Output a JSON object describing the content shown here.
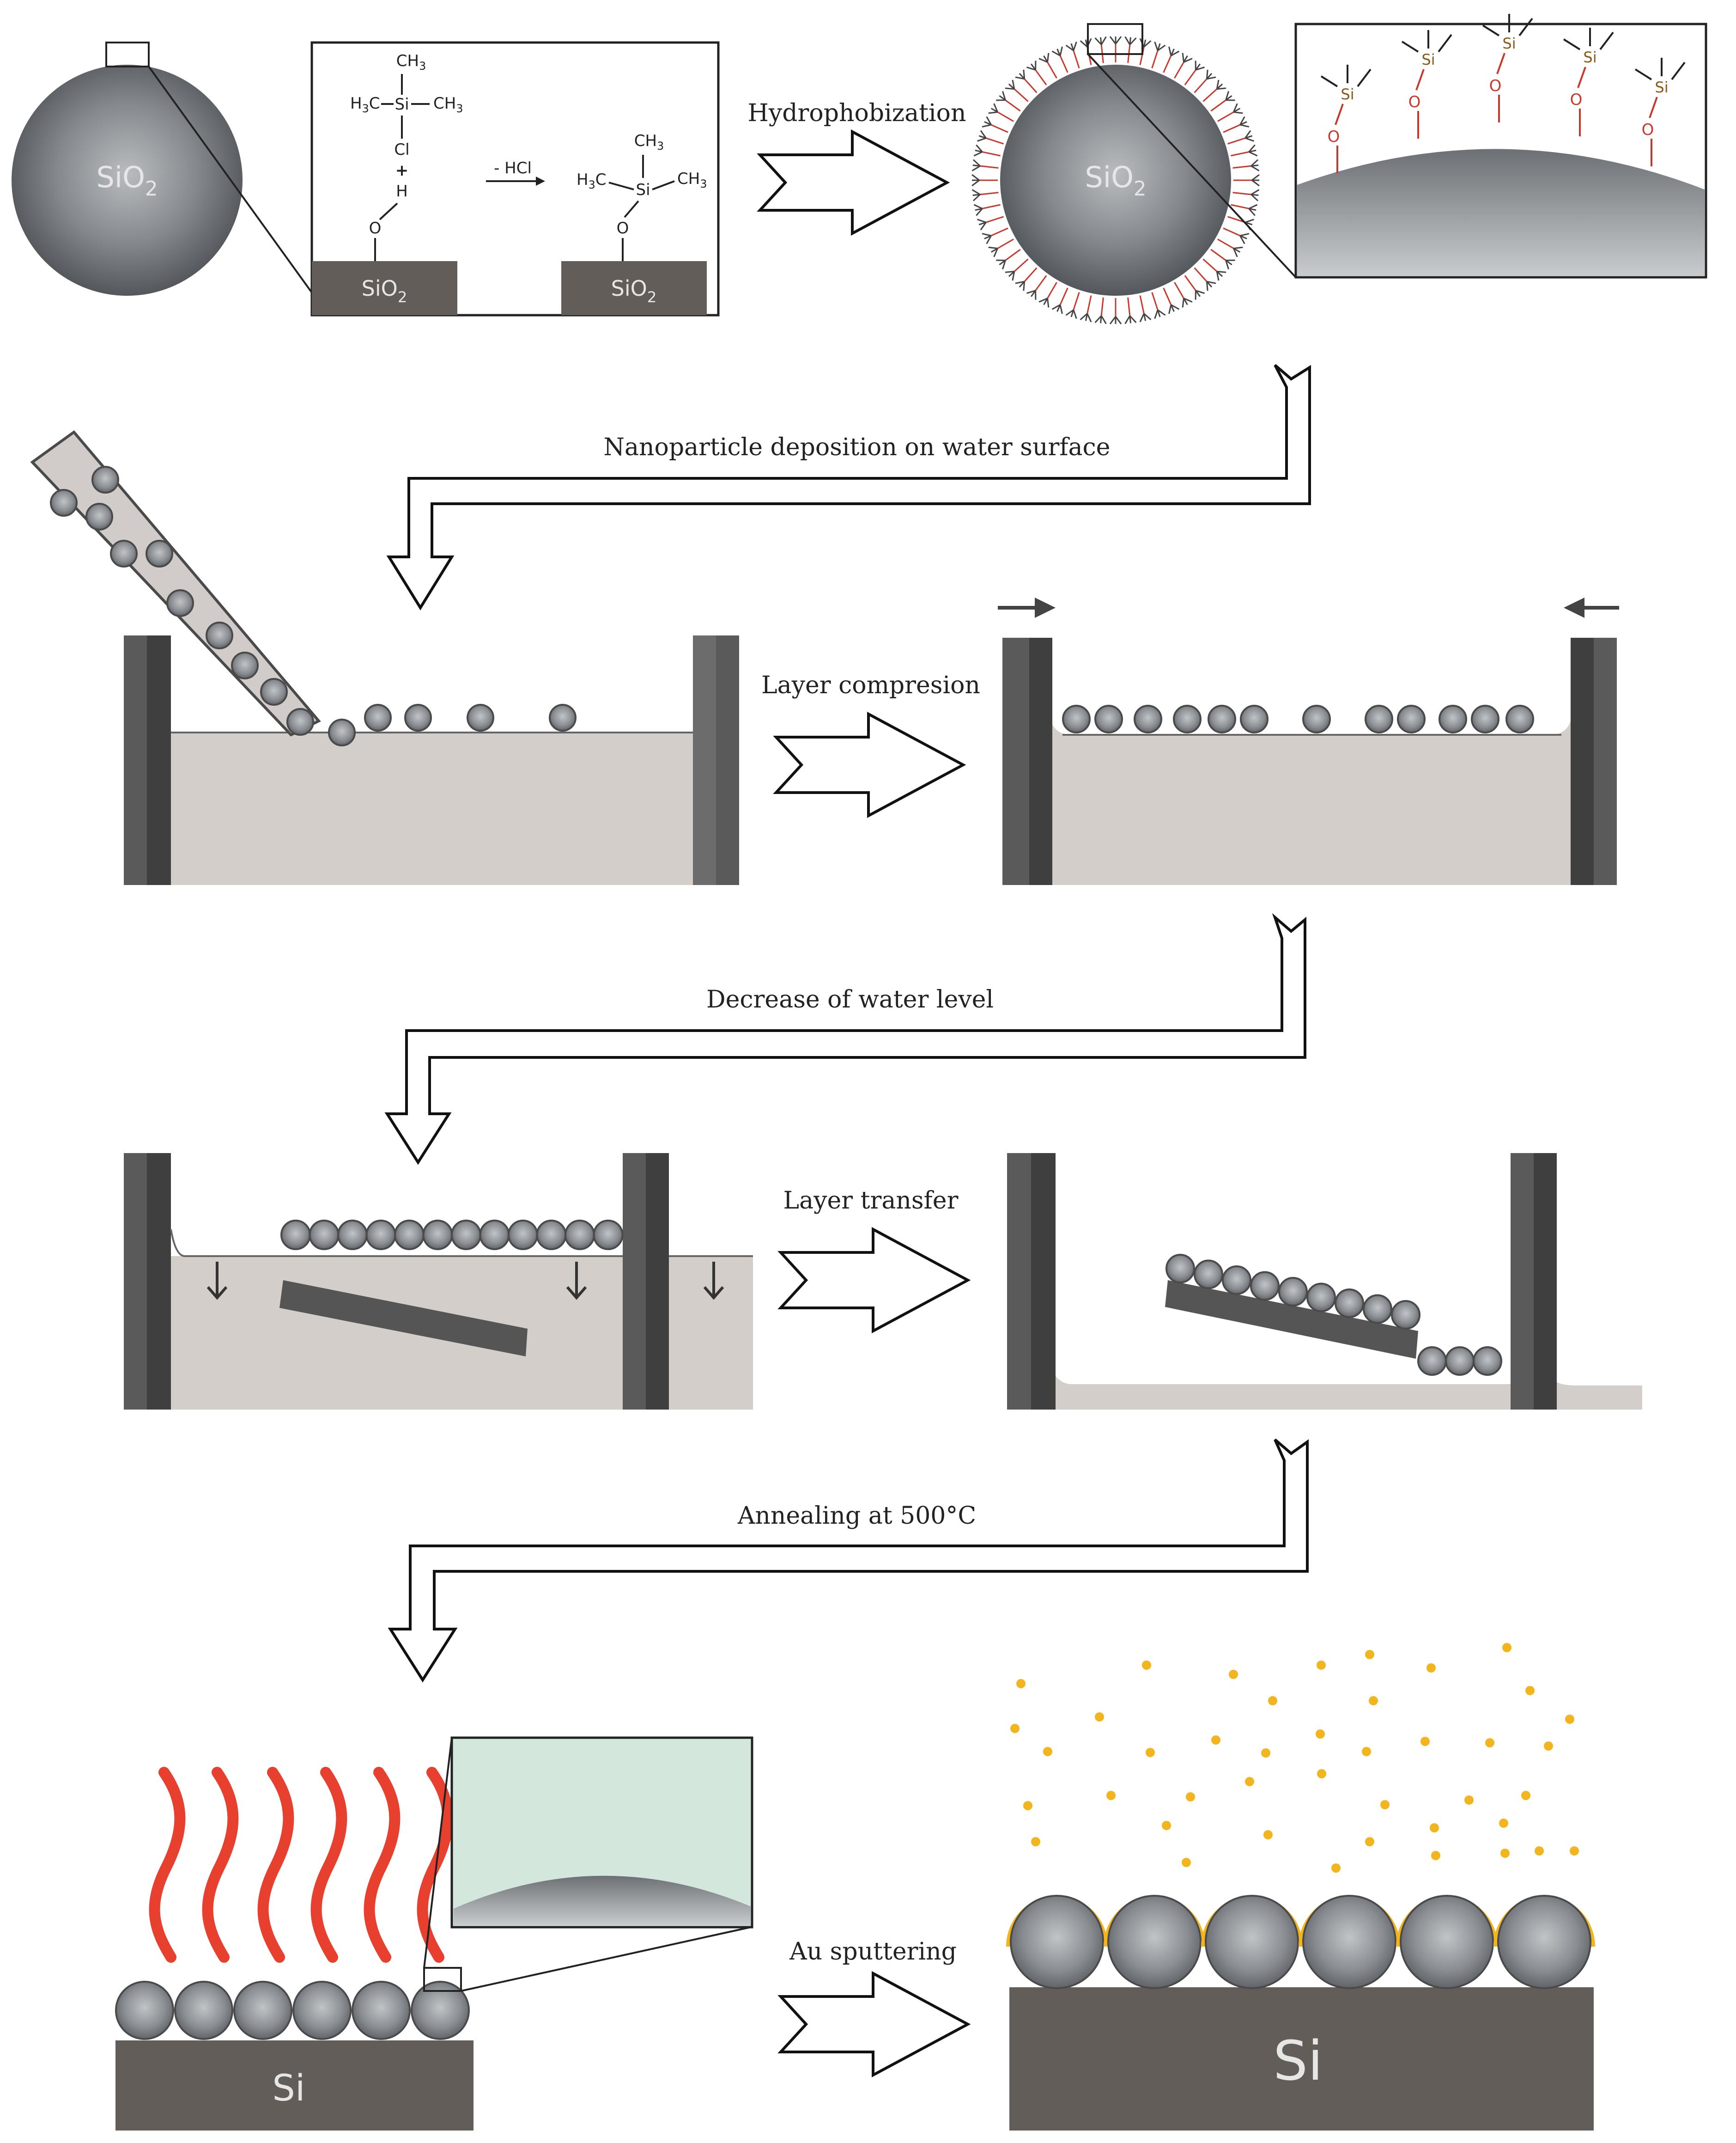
{
  "steps": {
    "hydrophobization": "Hydrophobization",
    "deposition": "Nanoparticle deposition on water surface",
    "compression": "Layer compresion",
    "water_level": "Decrease of water level",
    "transfer": "Layer transfer",
    "annealing": "Annealing at 500°C",
    "sputtering": "Au sputtering"
  },
  "chemistry": {
    "sio": "SiO",
    "sub2": "2",
    "si": "Si",
    "o": "O",
    "h": "H",
    "cl": "Cl",
    "plus": "+",
    "ch3": "CH",
    "sub3": "3",
    "h3c": "H",
    "c": "C",
    "minus_hcl": "- HCl"
  },
  "substrate": {
    "si_small": "Si",
    "si_large": "Si"
  },
  "colors": {
    "trough_wall": "#5a5a5a",
    "water": "#d3ceca",
    "substrate": "#625d59",
    "gold": "#f3b51e",
    "heat": "#e8402f",
    "silane_bond": "#c8382b",
    "inset_bg": "#d3e7dd"
  }
}
